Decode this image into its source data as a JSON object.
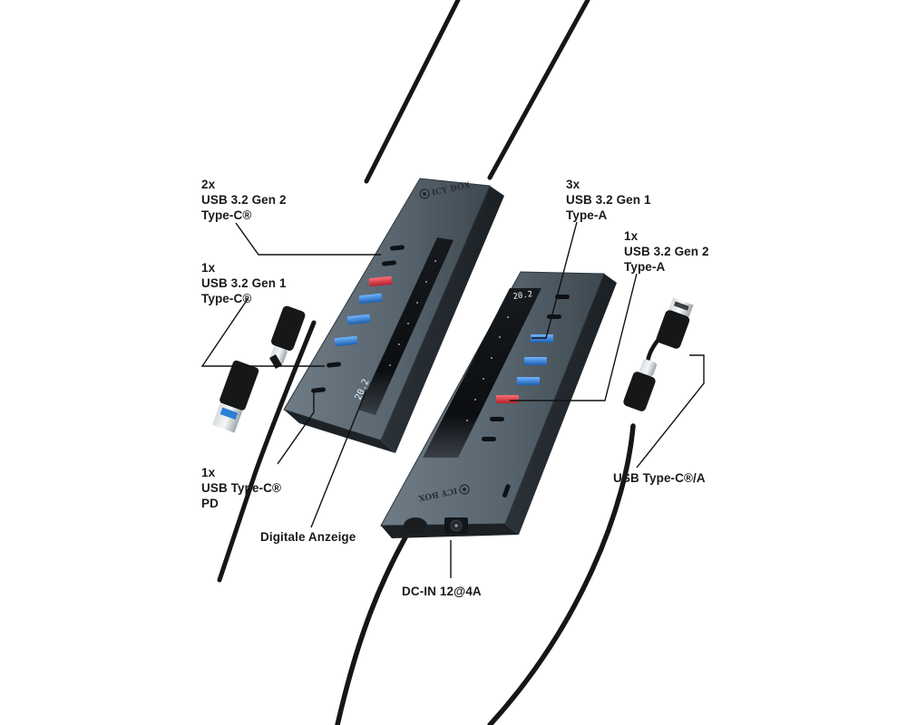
{
  "callouts": {
    "type_c_gen2": {
      "lines": [
        "2x",
        "USB 3.2 Gen 2",
        "Type-C®"
      ]
    },
    "type_c_gen1": {
      "lines": [
        "1x",
        "USB 3.2 Gen 1",
        "Type-C®"
      ]
    },
    "type_c_pd": {
      "lines": [
        "1x",
        "USB Type-C®",
        "PD"
      ]
    },
    "display": {
      "lines": [
        "Digitale Anzeige"
      ]
    },
    "type_a_gen1": {
      "lines": [
        "3x",
        "USB 3.2 Gen 1",
        "Type-A"
      ]
    },
    "type_a_gen2": {
      "lines": [
        "1x",
        "USB 3.2 Gen 2",
        "Type-A"
      ]
    },
    "adapter": {
      "lines": [
        "USB Type-C®/A"
      ]
    },
    "dc_in": {
      "lines": [
        "DC-IN 12@4A"
      ]
    }
  },
  "brand": "ICY BOX",
  "display_readout": "20.2",
  "colors": {
    "hub_body": "#5a6873",
    "hub_edge": "#2b3238",
    "panel_glass": "#0e1114",
    "port_gen2_red": "#e0343d",
    "port_gen1_blue": "#2e7fd6",
    "cable": "#161616",
    "text": "#1a1a1a"
  }
}
